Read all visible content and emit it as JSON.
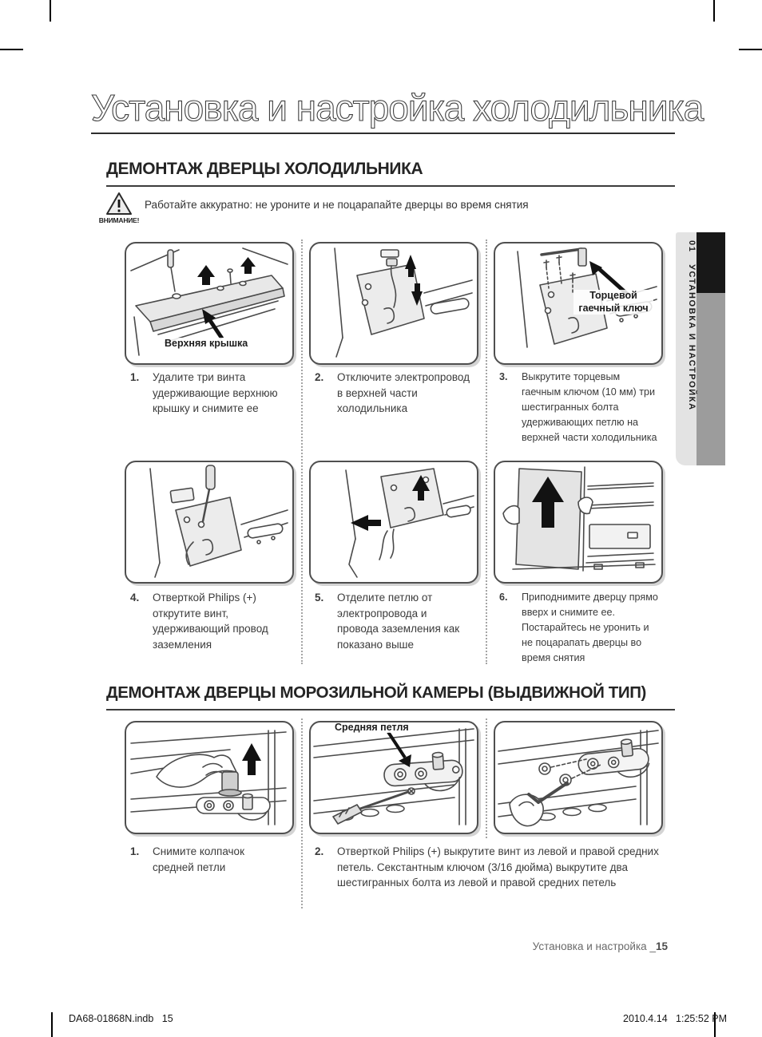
{
  "page": {
    "title": "Установка и настройка холодильника",
    "footer_text": "Установка и настройка ",
    "footer_sep": "_",
    "footer_page": "15",
    "print_left": "DA68-01868N.indb   15",
    "print_right": "2010.4.14   1:25:52 PM"
  },
  "sidebar": {
    "chapter": "01",
    "label": "УСТАНОВКА И НАСТРОЙКА",
    "black_color": "#181818",
    "gray_color": "#9c9c9c",
    "tab_color": "#e3e3e3"
  },
  "section1": {
    "heading": "ДЕМОНТАЖ ДВЕРЦЫ ХОЛОДИЛЬНИКА",
    "warning_caption": "ВНИМАНИЕ!",
    "warning_text": "Работайте аккуратно: не уроните и не поцарапайте дверцы во время снятия",
    "steps": [
      {
        "num": "1.",
        "text": "Удалите три винта удерживающие верхнюю крышку и снимите ее",
        "label": "Верхняя крышка"
      },
      {
        "num": "2.",
        "text": "Отключите электропровод в верхней части холодильника"
      },
      {
        "num": "3.",
        "text": "Выкрутите торцевым гаечным ключом (10 мм) три шестигранных болта удерживающих петлю на верхней части холодильника",
        "label": "Торцевой гаечный ключ"
      },
      {
        "num": "4.",
        "text": "Отверткой Philips (+) открутите винт, удерживающий провод заземления"
      },
      {
        "num": "5.",
        "text": "Отделите петлю от электропровода и провода заземления как показано выше"
      },
      {
        "num": "6.",
        "text": "Приподнимите дверцу прямо вверх и снимите ее. Постарайтесь не уронить и не поцарапать дверцы во время снятия"
      }
    ]
  },
  "section2": {
    "heading": "ДЕМОНТАЖ ДВЕРЦЫ МОРОЗИЛЬНОЙ КАМЕРЫ (ВЫДВИЖНОЙ ТИП)",
    "hinge_label": "Средняя петля",
    "steps": [
      {
        "num": "1.",
        "text": "Снимите колпачок средней петли"
      },
      {
        "num": "2.",
        "text": "Отверткой Philips (+) выкрутите винт из левой и правой средних петель. Секстантным ключом (3/16 дюйма) выкрутите два шестигранных болта из левой и правой средних петель"
      }
    ]
  }
}
